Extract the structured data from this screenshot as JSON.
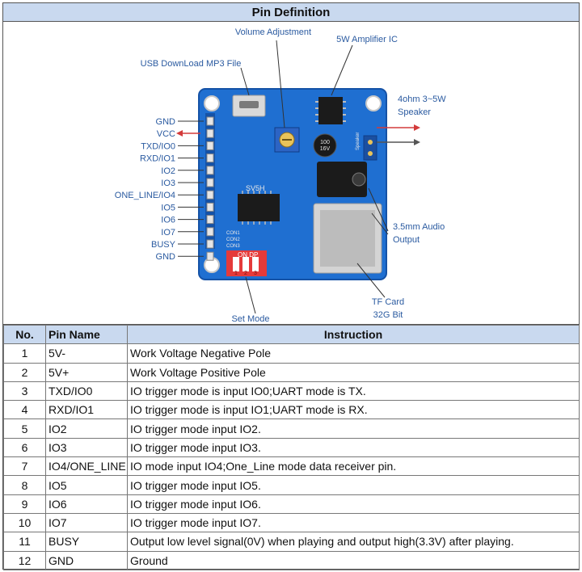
{
  "title": "Pin Definition",
  "figure": {
    "callouts": {
      "volume": "Volume Adjustment",
      "amp": "5W Amplifier IC",
      "usb": "USB DownLoad MP3 File",
      "speaker_line1": "4ohm 3~5W",
      "speaker_line2": "Speaker",
      "audio_line1": "3.5mm Audio",
      "audio_line2": "Output",
      "tf_line1": "TF Card",
      "tf_line2": "32G Bit",
      "setmode": "Set Mode"
    },
    "left_pins": [
      "GND",
      "VCC",
      "TXD/IO0",
      "RXD/IO1",
      "IO2",
      "IO3",
      "ONE_LINE/IO4",
      "IO5",
      "IO6",
      "IO7",
      "BUSY",
      "GND"
    ],
    "board_text": {
      "ic": "SV5H",
      "con1": "CON1",
      "con2": "CON2",
      "con3": "CON3",
      "dip": "ON DP",
      "dip_numbers": [
        "1",
        "2",
        "3"
      ],
      "cap_line1": "100",
      "cap_line2": "16V",
      "speaker_silk": "Speaker"
    },
    "colors": {
      "board": "#1f6fd1",
      "board_dark": "#1552a6",
      "callout": "#2a5aa0",
      "arrow": "#d33b3b",
      "dip": "#e53a3a"
    }
  },
  "table": {
    "headers": {
      "no": "No.",
      "pin": "Pin Name",
      "instruction": "Instruction"
    },
    "rows": [
      {
        "no": "1",
        "pin": "5V-",
        "instruction": "Work Voltage Negative Pole"
      },
      {
        "no": "2",
        "pin": "5V+",
        "instruction": "Work Voltage Positive Pole"
      },
      {
        "no": "3",
        "pin": "TXD/IO0",
        "instruction": "IO trigger mode is input IO0;UART mode is TX."
      },
      {
        "no": "4",
        "pin": "RXD/IO1",
        "instruction": "IO trigger mode is input IO1;UART mode is RX."
      },
      {
        "no": "5",
        "pin": "IO2",
        "instruction": "IO trigger mode input IO2."
      },
      {
        "no": "6",
        "pin": "IO3",
        "instruction": "IO trigger mode input IO3."
      },
      {
        "no": "7",
        "pin": "IO4/ONE_LINE",
        "instruction": "IO mode input IO4;One_Line mode data receiver pin."
      },
      {
        "no": "8",
        "pin": "IO5",
        "instruction": "IO trigger mode input IO5."
      },
      {
        "no": "9",
        "pin": "IO6",
        "instruction": "IO trigger mode input IO6."
      },
      {
        "no": "10",
        "pin": "IO7",
        "instruction": "IO trigger mode input IO7."
      },
      {
        "no": "11",
        "pin": "BUSY",
        "instruction": "Output low level signal(0V) when playing and output high(3.3V) after playing."
      },
      {
        "no": "12",
        "pin": "GND",
        "instruction": "Ground"
      }
    ]
  }
}
